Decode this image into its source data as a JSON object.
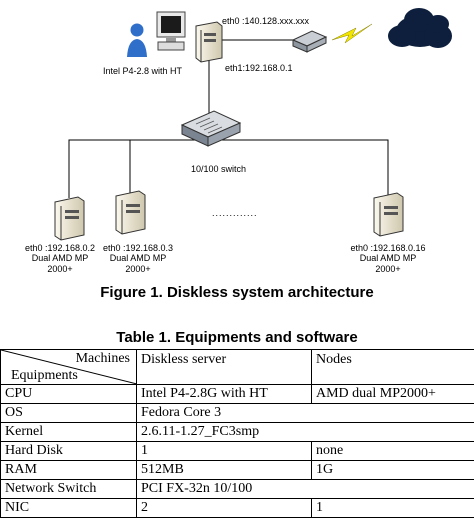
{
  "figure": {
    "caption": "Figure 1. Diskless system architecture",
    "labels": {
      "user_host": "Intel P4-2.8 with HT",
      "eth0_server": "eth0 :140.128.xxx.xxx",
      "eth1_server": "eth1:192.168.0.1",
      "switch": "10/100 switch",
      "ellipsis": ".............",
      "node1_ip": "eth0 :192.168.0.2",
      "node1_cpu": "Dual AMD MP",
      "node1_model": "2000+",
      "node2_ip": "eth0 :192.168.0.3",
      "node2_cpu": "Dual AMD MP",
      "node2_model": "2000+",
      "node3_ip": "eth0 :192.168.0.16",
      "node3_cpu": "Dual AMD MP",
      "node3_model": "2000+"
    }
  },
  "table": {
    "caption": "Table 1. Equipments and software",
    "header": {
      "corner_top": "Machines",
      "corner_bottom": "Equipments",
      "col1": "Diskless server",
      "col2": "Nodes"
    },
    "rows": [
      {
        "label": "CPU",
        "server": "Intel P4-2.8G with HT",
        "nodes": "AMD dual MP2000+"
      },
      {
        "label": "OS",
        "both": "Fedora Core 3"
      },
      {
        "label": "Kernel",
        "both": "2.6.11-1.27_FC3smp"
      },
      {
        "label": "Hard Disk",
        "server": "1",
        "nodes": "none"
      },
      {
        "label": "RAM",
        "server": "512MB",
        "nodes": "1G"
      },
      {
        "label": "Network Switch",
        "both": "PCI FX-32n 10/100"
      },
      {
        "label": "NIC",
        "server": "2",
        "nodes": "1"
      }
    ]
  },
  "colors": {
    "cloud": "#0d1f3c",
    "lightning": "#f2e600",
    "case": "#f3eedc",
    "person": "#2f6fc9"
  }
}
